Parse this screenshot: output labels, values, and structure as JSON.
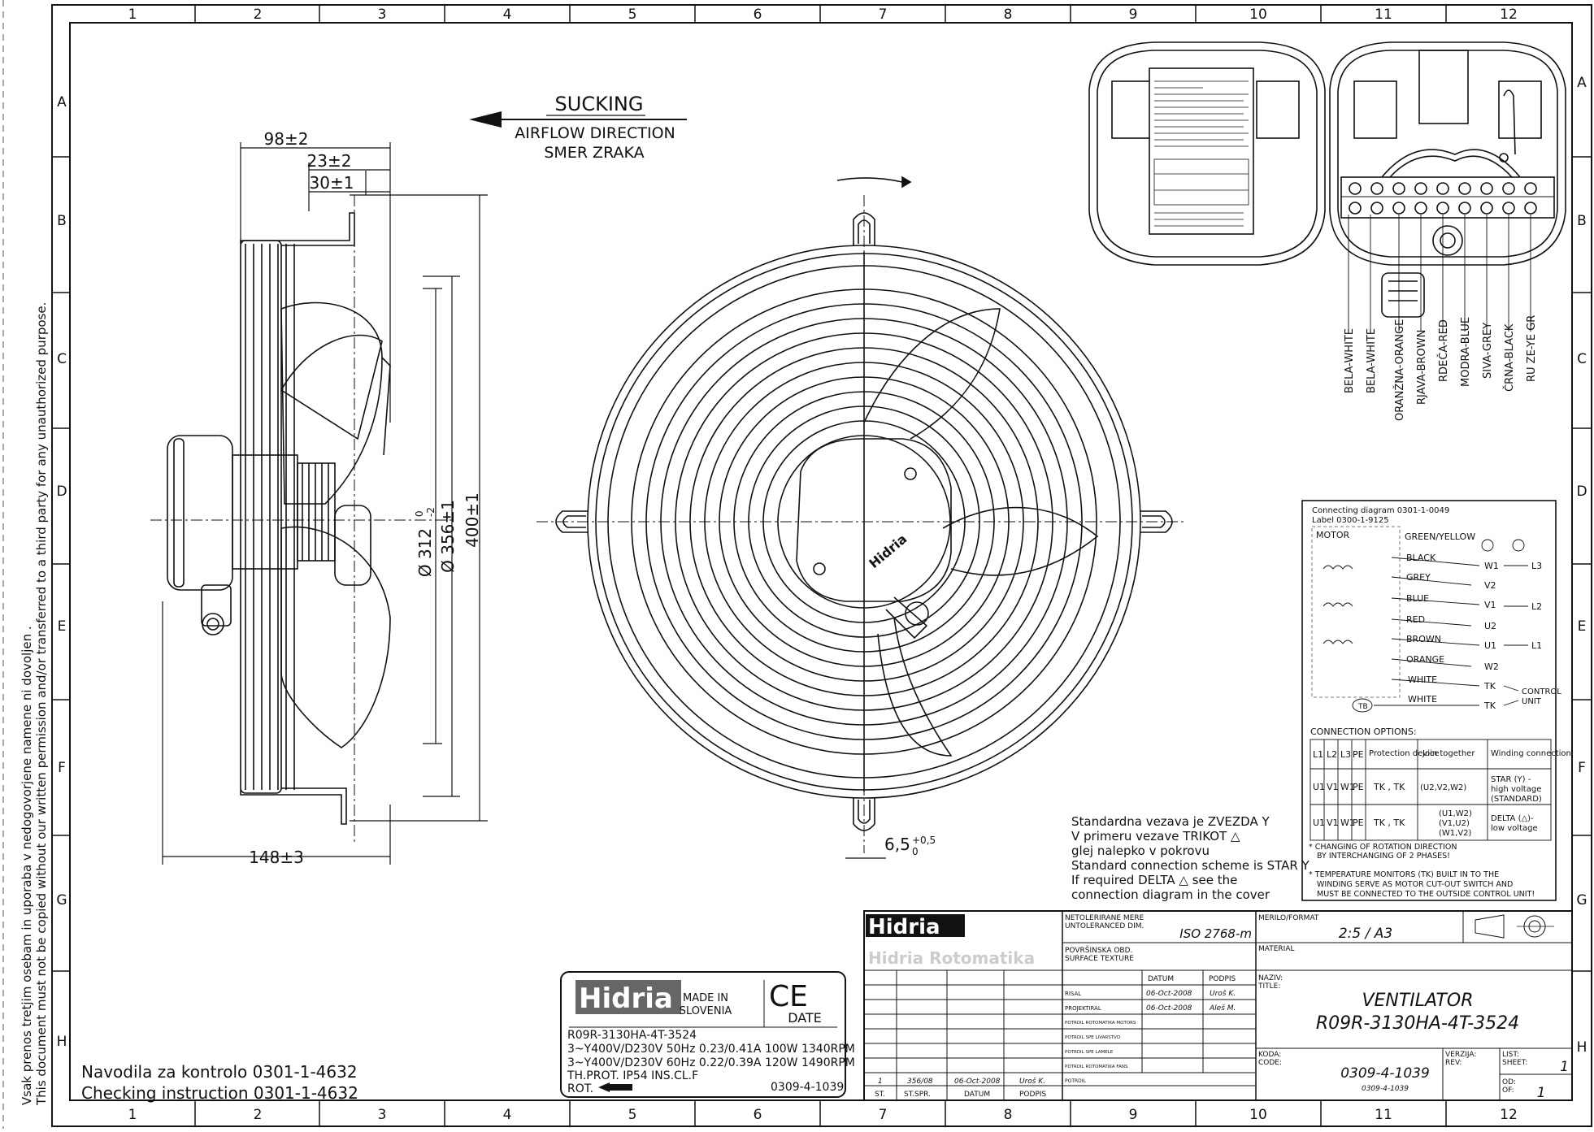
{
  "grid": {
    "columns": [
      "1",
      "2",
      "3",
      "4",
      "5",
      "6",
      "7",
      "8",
      "9",
      "10",
      "11",
      "12"
    ],
    "rows": [
      "A",
      "B",
      "C",
      "D",
      "E",
      "F",
      "G",
      "H"
    ]
  },
  "side_notice": {
    "line1": "Vsak prenos tretjim osebam in uporaba v nedogovorjene namene ni dovoljen .",
    "line2": "This document must not be copied without our written permission and/or transferred to a third party for any unauthorized purpose."
  },
  "airflow": {
    "sucking": "SUCKING",
    "direction_en": "AIRFLOW DIRECTION",
    "direction_si": "SMER ZRAKA"
  },
  "dimensions": {
    "d98": "98±2",
    "d23": "23±2",
    "d30": "30±1",
    "d148": "148±3",
    "d312": "Ø 312",
    "d312_sup": "0",
    "d312_sub": "-2",
    "d356": "Ø 356±1",
    "d400": "400±1",
    "d65": "6,5",
    "d65_sup": "+0,5",
    "d65_sub": "0"
  },
  "wire_labels": [
    "BELA-WHITE",
    "BELA-WHITE",
    "ORANŽNA-ORANGE",
    "RJAVA-BROWN",
    "RDEČA-RED",
    "MODRA-BLUE",
    "SIVA-GREY",
    "ČRNA-BLACK",
    "RU ZE-YE GR"
  ],
  "connecting_diagram": {
    "title1": "Connecting diagram 0301-1-0049",
    "title2": "Label 0300-1-9125",
    "motor": "MOTOR",
    "wires": [
      "GREEN/YELLOW",
      "BLACK",
      "GREY",
      "BLUE",
      "RED",
      "BROWN",
      "ORANGE",
      "WHITE",
      "WHITE"
    ],
    "terminals": [
      "W1",
      "V2",
      "V1",
      "U2",
      "U1",
      "W2",
      "TK",
      "TK"
    ],
    "lines": [
      "L3",
      "L2",
      "L1"
    ],
    "control": "CONTROL",
    "unit": "UNIT",
    "tb": "TB",
    "options_title": "CONNECTION OPTIONS:",
    "options_headers": [
      "L1",
      "L2",
      "L3",
      "PE",
      "Protection device",
      "Join together",
      "Winding connection"
    ],
    "option_rows": [
      {
        "l1": "U1",
        "l2": "V1",
        "l3": "W1",
        "pe": "PE",
        "prot": "TK , TK",
        "join": "(U2,V2,W2)",
        "wind1": "STAR (Y) -",
        "wind2": "high voltage",
        "wind3": "(STANDARD)"
      },
      {
        "l1": "U1",
        "l2": "V1",
        "l3": "W1",
        "pe": "PE",
        "prot": "TK , TK",
        "join1": "(U1,W2)",
        "join2": "(V1,U2)",
        "join3": "(W1,V2)",
        "wind1": "DELTA (△)-",
        "wind2": "low voltage"
      }
    ],
    "note1a": "* CHANGING OF ROTATION DIRECTION",
    "note1b": "BY INTERCHANGING OF 2 PHASES!",
    "note2a": "* TEMPERATURE MONITORS (TK) BUILT IN TO THE",
    "note2b": "WINDING SERVE AS MOTOR CUT-OUT SWITCH AND",
    "note2c": "MUST BE CONNECTED TO THE OUTSIDE CONTROL UNIT!"
  },
  "standard_note": [
    "Standardna vezava je ZVEZDA Y",
    "V primeru vezave TRIKOT △",
    "glej nalepko v pokrovu",
    "Standard connection scheme is STAR Y",
    "If required DELTA △ see the",
    "connection diagram in the cover"
  ],
  "label_plate": {
    "logo": "Hidria",
    "made1": "MADE IN",
    "made2": "SLOVENIA",
    "ce": "CE",
    "date": "DATE",
    "model": "R09R-3130HA-4T-3524",
    "spec1": "3~Y400V/D230V 50Hz 0.23/0.41A 100W 1340RPM",
    "spec2": "3~Y400V/D230V 60Hz 0.22/0.39A 120W 1490RPM",
    "spec3": "TH.PROT. IP54 INS.CL.F",
    "rot": "ROT.",
    "code": "0309-4-1039"
  },
  "checking": {
    "line1": "Navodila za kontrolo  0301-1-4632",
    "line2": "Checking instruction  0301-1-4632"
  },
  "title_block": {
    "logo": "Hidria",
    "logo2": "Hidria Rotomatika",
    "tol_si": "NETOLERIRANE MERE",
    "tol_en": "UNTOLERANCED DIM.",
    "iso": "ISO 2768-m",
    "surf_si": "POVRŠINSKA OBD.",
    "surf_en": "SURFACE TEXTURE",
    "scale_label": "MERILO/FORMAT",
    "scale": "2:5 / A3",
    "material": "MATERIAL",
    "datum": "DATUM",
    "podpis": "PODPIS",
    "risal": "RISAL",
    "risal_date": "06-Oct-2008",
    "risal_sig": "Uroš K.",
    "proj": "PROJEKTIRAL",
    "proj_date": "06-Oct-2008",
    "proj_sig": "Aleš M.",
    "potrdil1": "POTRDIL ROTOMATIKA MOTORS",
    "potrdil2": "POTRDIL SPE LIVARSTVO",
    "potrdil3": "POTRDIL SPE LAMELE",
    "potrdil4": "POTRDIL ROTOMATIKA FANS",
    "potrdil5": "POTRDIL",
    "naziv": "NAZIV:",
    "title_lbl": "TITLE:",
    "title1": "VENTILATOR",
    "title2": "R09R-3130HA-4T-3524",
    "koda": "KODA:",
    "code_lbl": "CODE:",
    "code": "0309-4-1039",
    "code_small": "0309-4-1039",
    "verzija": "VERZIJA:",
    "rev": "REV:",
    "list": "LIST:",
    "sheet": "SHEET:",
    "sheet_val": "1",
    "od": "OD:",
    "of": "OF:",
    "of_val": "1",
    "rev_no": "1",
    "rev_st": "356/08",
    "rev_date": "06-Oct-2008",
    "rev_sig": "Uroš K.",
    "st": "ST.",
    "stspr": "ST.SPR.",
    "datum2": "DATUM",
    "podpis2": "PODPIS"
  }
}
